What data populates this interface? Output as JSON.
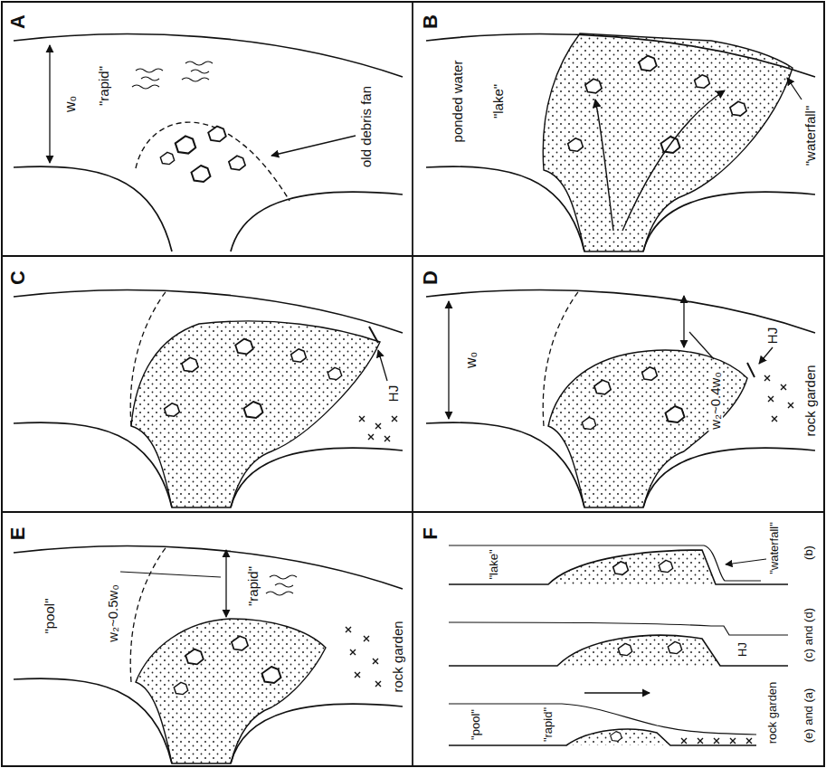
{
  "diagram": {
    "labels": [
      "A",
      "w₀",
      "\"rapid\"",
      "old debris fan",
      "B",
      "ponded water",
      "\"lake\"",
      "\"waterfall\"",
      "C",
      "HJ",
      "D",
      "w₂~0.4w₀",
      "HJ",
      "rock garden",
      "w₀",
      "E",
      "w₂~0.5w₀",
      "\"rapid\"",
      "rock garden",
      "\"pool\"",
      "F",
      "\"waterfall\"",
      "(b)",
      "\"lake\"",
      "HJ",
      "(c) and (d)",
      "(e) and (a)",
      "rock garden",
      "\"rapid\"",
      "\"pool\""
    ]
  }
}
